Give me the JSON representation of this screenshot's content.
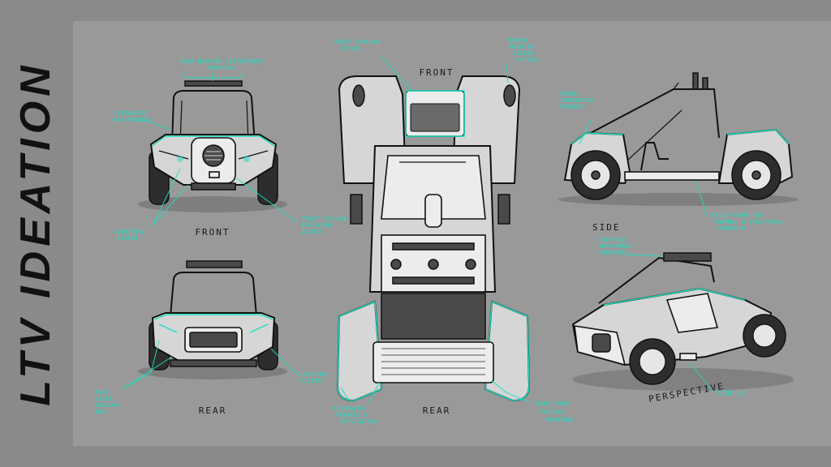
{
  "title": "LTV IDEATION",
  "views": {
    "front": "FRONT",
    "rear": "REAR",
    "top_front": "FRONT",
    "top_rear": "REAR",
    "side": "SIDE",
    "perspective": "PERSPECTIVE"
  },
  "annotations": {
    "roof_instruments": [
      "ROOF MOUNTED INSTRUMENTS",
      "MOUNTING"
    ],
    "integrated_bays": [
      "INTEGRATED",
      "BAY/FENDERS"
    ],
    "lighting_vision": [
      "LIGHTING/",
      "VISION"
    ],
    "front_payload_enclosure": [
      "FRONT PAYLOAD",
      "ENCLOSURE",
      "ACCESS"
    ],
    "dual_level_payload": [
      "DUAL",
      "LEVEL",
      "PAYLOAD",
      "BAY"
    ],
    "lighting_vision_rear": [
      "LIGHTING/",
      "VISION"
    ],
    "front_payload_access": [
      "FRONT PAYLOAD",
      "ACCESS"
    ],
    "fender_vision": [
      "FENDER",
      "MOUNTED",
      "VISION",
      "SYSTEM."
    ],
    "integrated_fenders_top": [
      "INTEGRATED",
      "FENDERS &",
      "PAYLOAD BAY"
    ],
    "rear_upper_payload": [
      "REAR UPPER",
      "PAYLOAD",
      "MOUNTING"
    ],
    "frame_fenders": [
      "FRAME",
      "INTEGRATED",
      "FENDERS"
    ],
    "thick_frame": [
      "THICK FRAME FOR",
      "THERMAL & STRUCTURAL",
      "STRENGTH"
    ],
    "overhead_instruments": [
      "OVERHEAD",
      "INSTRUMENT",
      "MOUNTING"
    ],
    "step_up": [
      "STEP UP"
    ]
  },
  "colors": {
    "background": "#8a8a8a",
    "panel": "#999999",
    "annotation": "#17e2c4",
    "ink": "#111111"
  }
}
